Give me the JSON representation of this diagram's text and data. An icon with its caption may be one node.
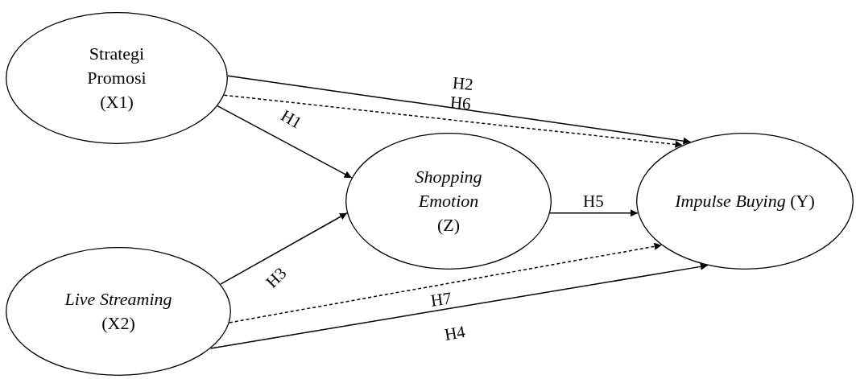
{
  "diagram": {
    "nodes": [
      {
        "text": [
          "Strategi Promosi (X1)"
        ]
      },
      {
        "text": [
          "*Live Streaming* (X2)"
        ]
      },
      {
        "text": [
          "*Shopping Emotion* (Z)"
        ]
      },
      {
        "text": [
          "*Impulse Buying* (Y)"
        ]
      }
    ],
    "edges": [
      {
        "from": 0,
        "to": 2,
        "arrow": "to",
        "label": "H1"
      },
      {
        "from": 0,
        "to": 3,
        "arrow": "to",
        "label": "H2"
      },
      {
        "from": 1,
        "to": 2,
        "arrow": "to",
        "label": "H3"
      },
      {
        "from": 1,
        "to": 3,
        "arrow": "to",
        "label": "H4"
      },
      {
        "from": 2,
        "to": 3,
        "arrow": "to",
        "label": "H5"
      },
      {
        "from": 0,
        "to": 3,
        "arrow": "to",
        "label": "H6",
        "style": "dashed"
      },
      {
        "from": 1,
        "to": 3,
        "arrow": "to",
        "label": "H7",
        "style": "dashed"
      }
    ]
  }
}
